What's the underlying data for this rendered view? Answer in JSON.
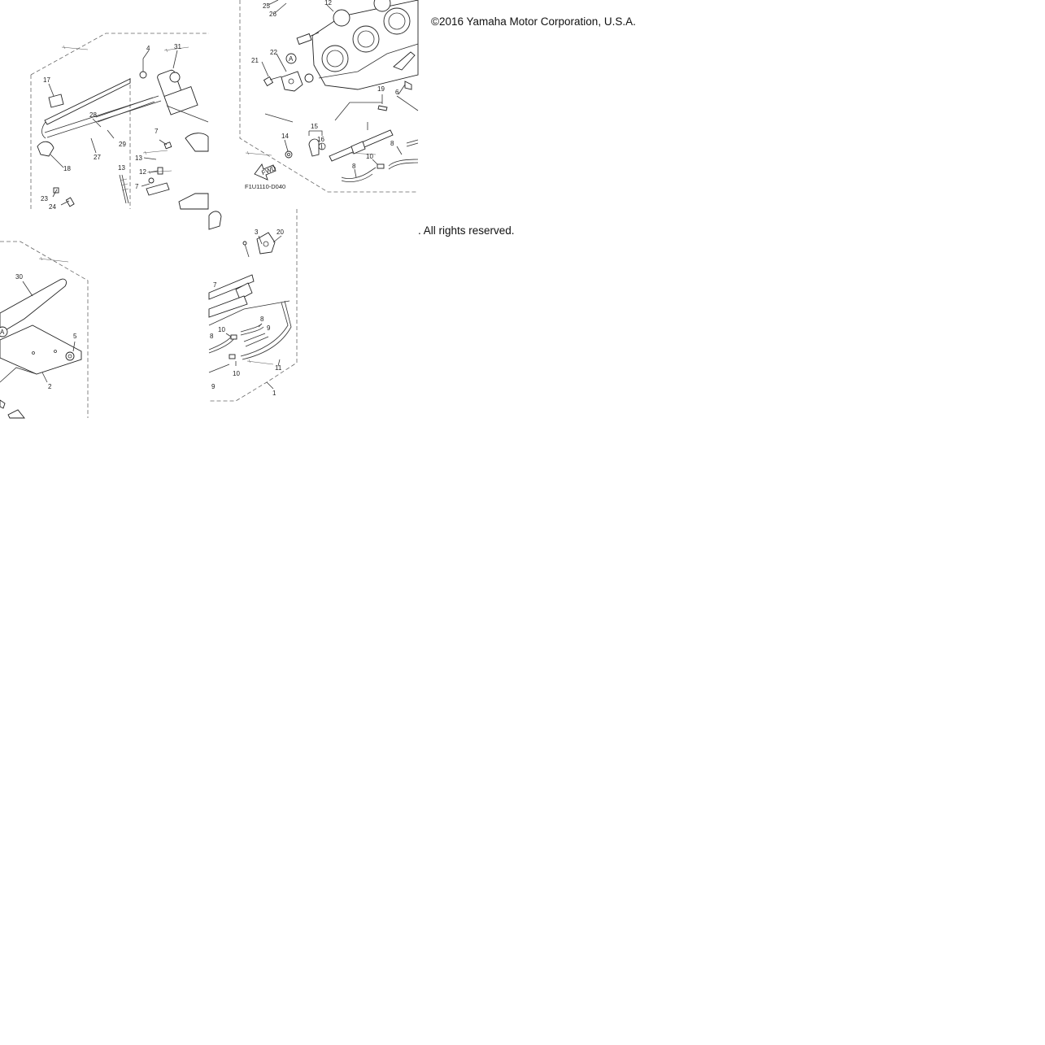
{
  "copyright": {
    "line1": "©2016 Yamaha Motor Corporation, U.S.A.",
    "line2": ". All rights reserved."
  },
  "diagram": {
    "drawing_code": "F1U1110-D040",
    "fwd_label": "FWD",
    "ref_marker": "A",
    "callouts": {
      "c1": "1",
      "c2": "2",
      "c3": "3",
      "c4": "4",
      "c5": "5",
      "c6": "6",
      "c7a": "7",
      "c7b": "7",
      "c7c": "7",
      "c8a": "8",
      "c8b": "8",
      "c8c": "8",
      "c8d": "8",
      "c9a": "9",
      "c9b": "9",
      "c10a": "10",
      "c10b": "10",
      "c10c": "10",
      "c11": "11",
      "c12a": "12",
      "c12b": "12",
      "c13a": "13",
      "c13b": "13",
      "c14": "14",
      "c15": "15",
      "c16": "16",
      "c17": "17",
      "c18": "18",
      "c19": "19",
      "c20": "20",
      "c21": "21",
      "c22": "22",
      "c23": "23",
      "c24": "24",
      "c25": "25",
      "c26": "26",
      "c27": "27",
      "c28": "28",
      "c29": "29",
      "c30": "30",
      "c31": "31"
    }
  }
}
